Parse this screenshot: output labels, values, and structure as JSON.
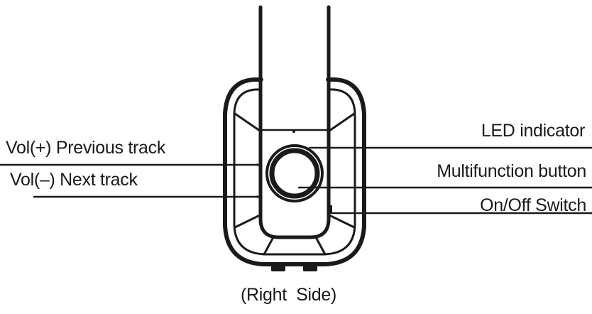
{
  "diagram": {
    "labels": {
      "vol_plus": "Vol(+) Previous track",
      "vol_minus": "Vol(–) Next track",
      "led": "LED indicator",
      "multifunction": "Multifunction button",
      "onoff": "On/Off Switch"
    },
    "caption": "(Right  Side)"
  },
  "colors": {
    "ink": "#1a1a1a",
    "background": "#ffffff"
  }
}
